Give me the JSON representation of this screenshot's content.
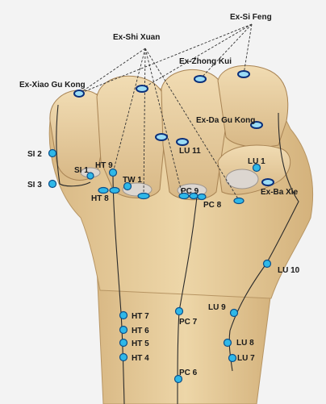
{
  "diagram": {
    "labels": {
      "ex_si_feng": "Ex-Si Feng",
      "ex_shi_xuan": "Ex-Shi Xuan",
      "ex_zhong_kui": "Ex-Zhong Kui",
      "ex_xiao_gu_kong": "Ex-Xiao Gu Kong",
      "ex_da_gu_kong": "Ex-Da Gu Kong",
      "ex_ba_xie": "Ex-Ba Xie",
      "si_2": "SI 2",
      "si_3": "SI 3",
      "si_1": "SI 1",
      "ht_9": "HT 9",
      "ht_8": "HT 8",
      "tw_1": "TW 1",
      "lu_11": "LU 11",
      "pc_9": "PC 9",
      "pc_8": "PC 8",
      "lu_1": "LU 1",
      "lu_10": "LU 10",
      "lu_9": "LU 9",
      "lu_8": "LU 8",
      "lu_7": "LU 7",
      "ht_7": "HT 7",
      "ht_6": "HT 6",
      "ht_5": "HT 5",
      "ht_4": "HT 4",
      "pc_7": "PC 7",
      "pc_6": "PC 6"
    },
    "colors": {
      "skin": "#e8cfa0",
      "skin_shadow": "#c9a873",
      "point_fill": "#2fb8e8",
      "point_outline": "#0b4f8a",
      "nail": "#d9d4cf"
    }
  }
}
